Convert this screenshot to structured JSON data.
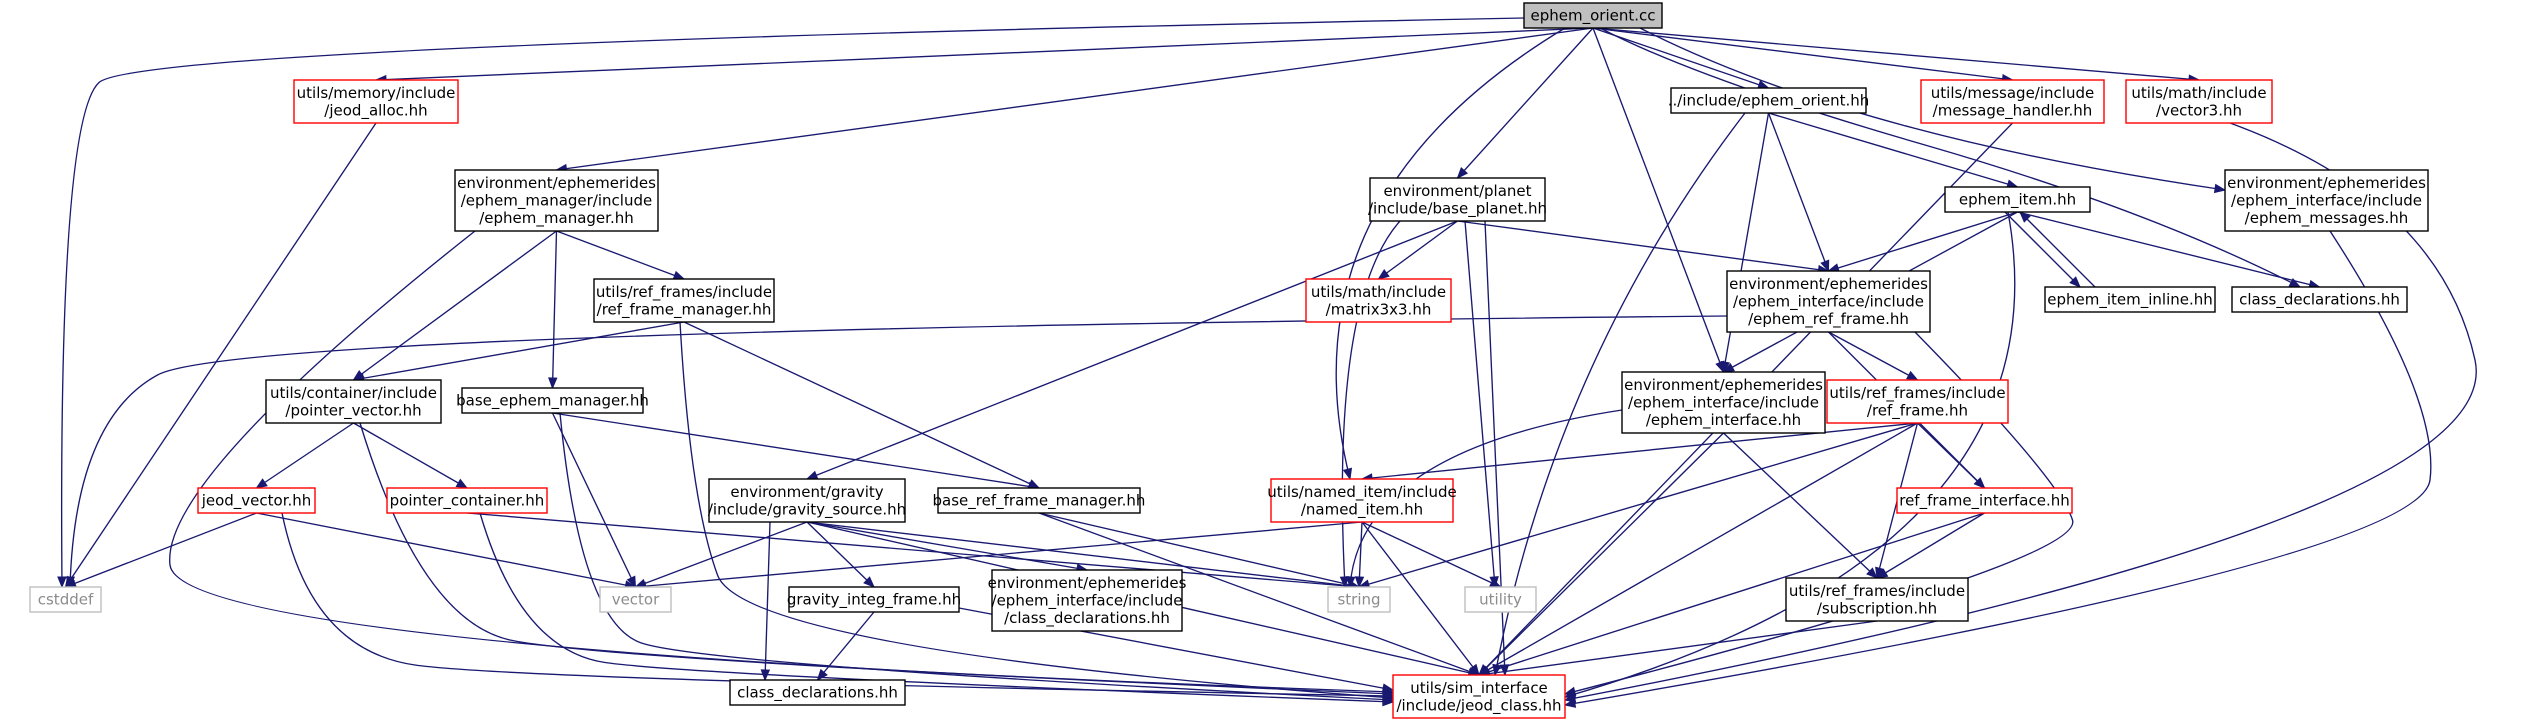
{
  "colors": {
    "edge": "#191970",
    "node_border": "#000000",
    "node_missing_border": "#ff0000",
    "system_header_border": "#bfbfbf",
    "root_fill": "#bfbfbf",
    "system_header_text": "#8c8c8c"
  },
  "nodes": [
    {
      "id": "ephem_orient_cc",
      "lines": [
        "ephem_orient.cc"
      ],
      "kind": "root"
    },
    {
      "id": "jeod_alloc",
      "lines": [
        "utils/memory/include",
        "/jeod_alloc.hh"
      ],
      "kind": "missing"
    },
    {
      "id": "inc_ephem_orient",
      "lines": [
        "../include/ephem_orient.hh"
      ],
      "kind": "normal"
    },
    {
      "id": "message_handler",
      "lines": [
        "utils/message/include",
        "/message_handler.hh"
      ],
      "kind": "missing"
    },
    {
      "id": "vector3",
      "lines": [
        "utils/math/include",
        "/vector3.hh"
      ],
      "kind": "missing"
    },
    {
      "id": "ephem_manager",
      "lines": [
        "environment/ephemerides",
        "/ephem_manager/include",
        "/ephem_manager.hh"
      ],
      "kind": "normal"
    },
    {
      "id": "base_planet",
      "lines": [
        "environment/planet",
        "/include/base_planet.hh"
      ],
      "kind": "normal"
    },
    {
      "id": "ephem_item",
      "lines": [
        "ephem_item.hh"
      ],
      "kind": "normal"
    },
    {
      "id": "ephem_messages",
      "lines": [
        "environment/ephemerides",
        "/ephem_interface/include",
        "/ephem_messages.hh"
      ],
      "kind": "normal"
    },
    {
      "id": "matrix3x3",
      "lines": [
        "utils/math/include",
        "/matrix3x3.hh"
      ],
      "kind": "missing"
    },
    {
      "id": "ref_frame_manager",
      "lines": [
        "utils/ref_frames/include",
        "/ref_frame_manager.hh"
      ],
      "kind": "normal"
    },
    {
      "id": "ephem_ref_frame",
      "lines": [
        "environment/ephemerides",
        "/ephem_interface/include",
        "/ephem_ref_frame.hh"
      ],
      "kind": "normal"
    },
    {
      "id": "ephem_item_inline",
      "lines": [
        "ephem_item_inline.hh"
      ],
      "kind": "normal"
    },
    {
      "id": "class_decl_top",
      "lines": [
        "class_declarations.hh"
      ],
      "kind": "normal"
    },
    {
      "id": "pointer_vector",
      "lines": [
        "utils/container/include",
        "/pointer_vector.hh"
      ],
      "kind": "normal"
    },
    {
      "id": "base_ephem_manager",
      "lines": [
        "base_ephem_manager.hh"
      ],
      "kind": "normal"
    },
    {
      "id": "ephem_interface",
      "lines": [
        "environment/ephemerides",
        "/ephem_interface/include",
        "/ephem_interface.hh"
      ],
      "kind": "normal"
    },
    {
      "id": "ref_frame",
      "lines": [
        "utils/ref_frames/include",
        "/ref_frame.hh"
      ],
      "kind": "missing"
    },
    {
      "id": "jeod_vector",
      "lines": [
        "jeod_vector.hh"
      ],
      "kind": "missing"
    },
    {
      "id": "pointer_container",
      "lines": [
        "pointer_container.hh"
      ],
      "kind": "missing"
    },
    {
      "id": "gravity_source",
      "lines": [
        "environment/gravity",
        "/include/gravity_source.hh"
      ],
      "kind": "normal"
    },
    {
      "id": "base_ref_frame_manager",
      "lines": [
        "base_ref_frame_manager.hh"
      ],
      "kind": "normal"
    },
    {
      "id": "named_item",
      "lines": [
        "utils/named_item/include",
        "/named_item.hh"
      ],
      "kind": "missing"
    },
    {
      "id": "ref_frame_interface",
      "lines": [
        "ref_frame_interface.hh"
      ],
      "kind": "missing"
    },
    {
      "id": "cstddef",
      "lines": [
        "cstddef"
      ],
      "kind": "system"
    },
    {
      "id": "vector",
      "lines": [
        "vector"
      ],
      "kind": "system"
    },
    {
      "id": "gravity_integ_frame",
      "lines": [
        "gravity_integ_frame.hh"
      ],
      "kind": "normal"
    },
    {
      "id": "class_decl_env",
      "lines": [
        "environment/ephemerides",
        "/ephem_interface/include",
        "/class_declarations.hh"
      ],
      "kind": "normal"
    },
    {
      "id": "string",
      "lines": [
        "string"
      ],
      "kind": "system"
    },
    {
      "id": "utility",
      "lines": [
        "utility"
      ],
      "kind": "system"
    },
    {
      "id": "subscription",
      "lines": [
        "utils/ref_frames/include",
        "/subscription.hh"
      ],
      "kind": "normal"
    },
    {
      "id": "class_decl_bottom",
      "lines": [
        "class_declarations.hh"
      ],
      "kind": "normal"
    },
    {
      "id": "jeod_class",
      "lines": [
        "utils/sim_interface",
        "/include/jeod_class.hh"
      ],
      "kind": "missing"
    }
  ],
  "edges": [
    [
      "ephem_orient_cc",
      "jeod_alloc"
    ],
    [
      "ephem_orient_cc",
      "inc_ephem_orient"
    ],
    [
      "ephem_orient_cc",
      "message_handler"
    ],
    [
      "ephem_orient_cc",
      "vector3"
    ],
    [
      "ephem_orient_cc",
      "ephem_manager"
    ],
    [
      "ephem_orient_cc",
      "base_planet"
    ],
    [
      "ephem_orient_cc",
      "ephem_messages"
    ],
    [
      "ephem_orient_cc",
      "cstddef"
    ],
    [
      "ephem_orient_cc",
      "named_item"
    ],
    [
      "ephem_orient_cc",
      "ephem_interface"
    ],
    [
      "ephem_orient_cc",
      "class_decl_top"
    ],
    [
      "jeod_alloc",
      "cstddef"
    ],
    [
      "inc_ephem_orient",
      "ephem_item"
    ],
    [
      "inc_ephem_orient",
      "ephem_ref_frame"
    ],
    [
      "inc_ephem_orient",
      "ephem_interface"
    ],
    [
      "inc_ephem_orient",
      "jeod_class"
    ],
    [
      "message_handler",
      "jeod_class"
    ],
    [
      "ephem_manager",
      "ref_frame_manager"
    ],
    [
      "ephem_manager",
      "pointer_vector"
    ],
    [
      "ephem_manager",
      "base_ephem_manager"
    ],
    [
      "ephem_manager",
      "jeod_class"
    ],
    [
      "base_planet",
      "matrix3x3"
    ],
    [
      "base_planet",
      "ephem_ref_frame"
    ],
    [
      "base_planet",
      "gravity_source"
    ],
    [
      "base_planet",
      "string"
    ],
    [
      "base_planet",
      "utility"
    ],
    [
      "base_planet",
      "jeod_class"
    ],
    [
      "ephem_item",
      "ephem_item_inline"
    ],
    [
      "ephem_item_inline",
      "ephem_item"
    ],
    [
      "ephem_item",
      "class_decl_top"
    ],
    [
      "ephem_item",
      "ephem_ref_frame"
    ],
    [
      "ephem_item",
      "ephem_interface"
    ],
    [
      "ephem_item",
      "jeod_class"
    ],
    [
      "ephem_messages",
      "jeod_class"
    ],
    [
      "ref_frame_manager",
      "pointer_vector"
    ],
    [
      "ref_frame_manager",
      "base_ref_frame_manager"
    ],
    [
      "ref_frame_manager",
      "jeod_class"
    ],
    [
      "ephem_ref_frame",
      "cstddef"
    ],
    [
      "ephem_ref_frame",
      "ref_frame"
    ],
    [
      "ephem_ref_frame",
      "ref_frame_interface"
    ],
    [
      "ephem_ref_frame",
      "jeod_class"
    ],
    [
      "pointer_vector",
      "jeod_vector"
    ],
    [
      "pointer_vector",
      "pointer_container"
    ],
    [
      "pointer_vector",
      "jeod_class"
    ],
    [
      "base_ephem_manager",
      "base_ref_frame_manager"
    ],
    [
      "base_ephem_manager",
      "vector"
    ],
    [
      "base_ephem_manager",
      "jeod_class"
    ],
    [
      "ephem_interface",
      "string"
    ],
    [
      "ephem_interface",
      "subscription"
    ],
    [
      "ephem_interface",
      "jeod_class"
    ],
    [
      "ref_frame",
      "named_item"
    ],
    [
      "ref_frame",
      "ref_frame_interface"
    ],
    [
      "ref_frame",
      "subscription"
    ],
    [
      "ref_frame",
      "string"
    ],
    [
      "ref_frame",
      "jeod_class"
    ],
    [
      "jeod_vector",
      "cstddef"
    ],
    [
      "jeod_vector",
      "vector"
    ],
    [
      "jeod_vector",
      "jeod_class"
    ],
    [
      "pointer_container",
      "string"
    ],
    [
      "pointer_container",
      "jeod_class"
    ],
    [
      "gravity_source",
      "vector"
    ],
    [
      "gravity_source",
      "gravity_integ_frame"
    ],
    [
      "gravity_source",
      "class_decl_env"
    ],
    [
      "gravity_source",
      "string"
    ],
    [
      "gravity_source",
      "class_decl_bottom"
    ],
    [
      "gravity_source",
      "jeod_class"
    ],
    [
      "base_ref_frame_manager",
      "string"
    ],
    [
      "base_ref_frame_manager",
      "jeod_class"
    ],
    [
      "named_item",
      "vector"
    ],
    [
      "named_item",
      "string"
    ],
    [
      "named_item",
      "utility"
    ],
    [
      "named_item",
      "jeod_class"
    ],
    [
      "ref_frame_interface",
      "subscription"
    ],
    [
      "ref_frame_interface",
      "jeod_class"
    ],
    [
      "gravity_integ_frame",
      "class_decl_bottom"
    ],
    [
      "gravity_integ_frame",
      "jeod_class"
    ],
    [
      "subscription",
      "jeod_class"
    ],
    [
      "vector3",
      "jeod_class"
    ]
  ]
}
